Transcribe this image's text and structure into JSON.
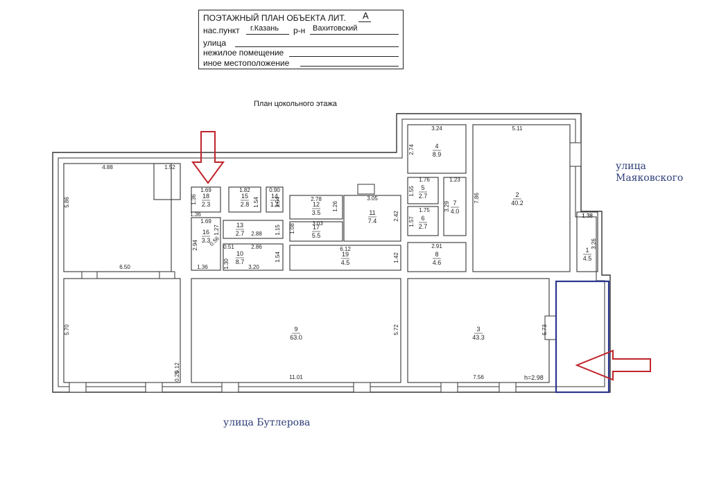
{
  "header": {
    "title": "ПОЭТАЖНЫЙ ПЛАН ОБЪЕКТА ЛИТ.",
    "title_letter": "А",
    "settlement_label": "нас.пункт",
    "settlement_value": "г.Казань",
    "district_label": "р-н",
    "district_value": "Вахитовский",
    "street_label": "улица",
    "premises_label": "нежилое помещение",
    "other_location_label": "иное местоположение"
  },
  "plan_title": "План  цокольного этажа",
  "streets": {
    "east_line1": "улица",
    "east_line2": "Маяковского",
    "south": "улица Бутлерова"
  },
  "rooms": [
    {
      "number": "18",
      "area": "2.3"
    },
    {
      "number": "15",
      "area": "2.8"
    },
    {
      "number": "14",
      "area": "1.4"
    },
    {
      "number": "12",
      "area": "3.5"
    },
    {
      "number": "11",
      "area": "7.4"
    },
    {
      "number": "16",
      "area": "3.3"
    },
    {
      "number": "13",
      "area": "2.7"
    },
    {
      "number": "17",
      "area": "5.5"
    },
    {
      "number": "10",
      "area": "8.7"
    },
    {
      "number": "19",
      "area": "4.5"
    },
    {
      "number": "4",
      "area": "8.9"
    },
    {
      "number": "5",
      "area": "2.7"
    },
    {
      "number": "6",
      "area": "2.7"
    },
    {
      "number": "7",
      "area": "4.0"
    },
    {
      "number": "8",
      "area": "4.6"
    },
    {
      "number": "2",
      "area": "40.2"
    },
    {
      "number": "1",
      "area": "4.5"
    },
    {
      "number": "9",
      "area": "63.0"
    },
    {
      "number": "3",
      "area": "43.3"
    }
  ],
  "dimensions": [
    "4.88",
    "1.52",
    "5.86",
    "6.50",
    "5.70",
    "0.12",
    "0.25",
    "1.36",
    "1.69",
    "1.36",
    "1.82",
    "0.90",
    "1.54",
    "1.54",
    "1.69",
    "1.27",
    "2.94",
    "0.56",
    "1.36",
    "2.88",
    "1.15",
    "1.08",
    "3.03",
    "2.78",
    "1.26",
    "3.05",
    "2.42",
    "0.51",
    "2.86",
    "1.30",
    "1.54",
    "3.20",
    "6.12",
    "1.42",
    "3.24",
    "2.74",
    "1.76",
    "1.55",
    "1.23",
    "1.75",
    "1.57",
    "3.29",
    "2.91",
    "1.38",
    "5.11",
    "7.86",
    "1.38",
    "3.26",
    "11.01",
    "5.72",
    "5.73",
    "7.56"
  ],
  "height_label": "h=2.98",
  "colors": {
    "arrow_red": "#c0232a",
    "highlight_blue": "#2b3590",
    "street_text": "#2c3c78",
    "wall": "#333333"
  }
}
